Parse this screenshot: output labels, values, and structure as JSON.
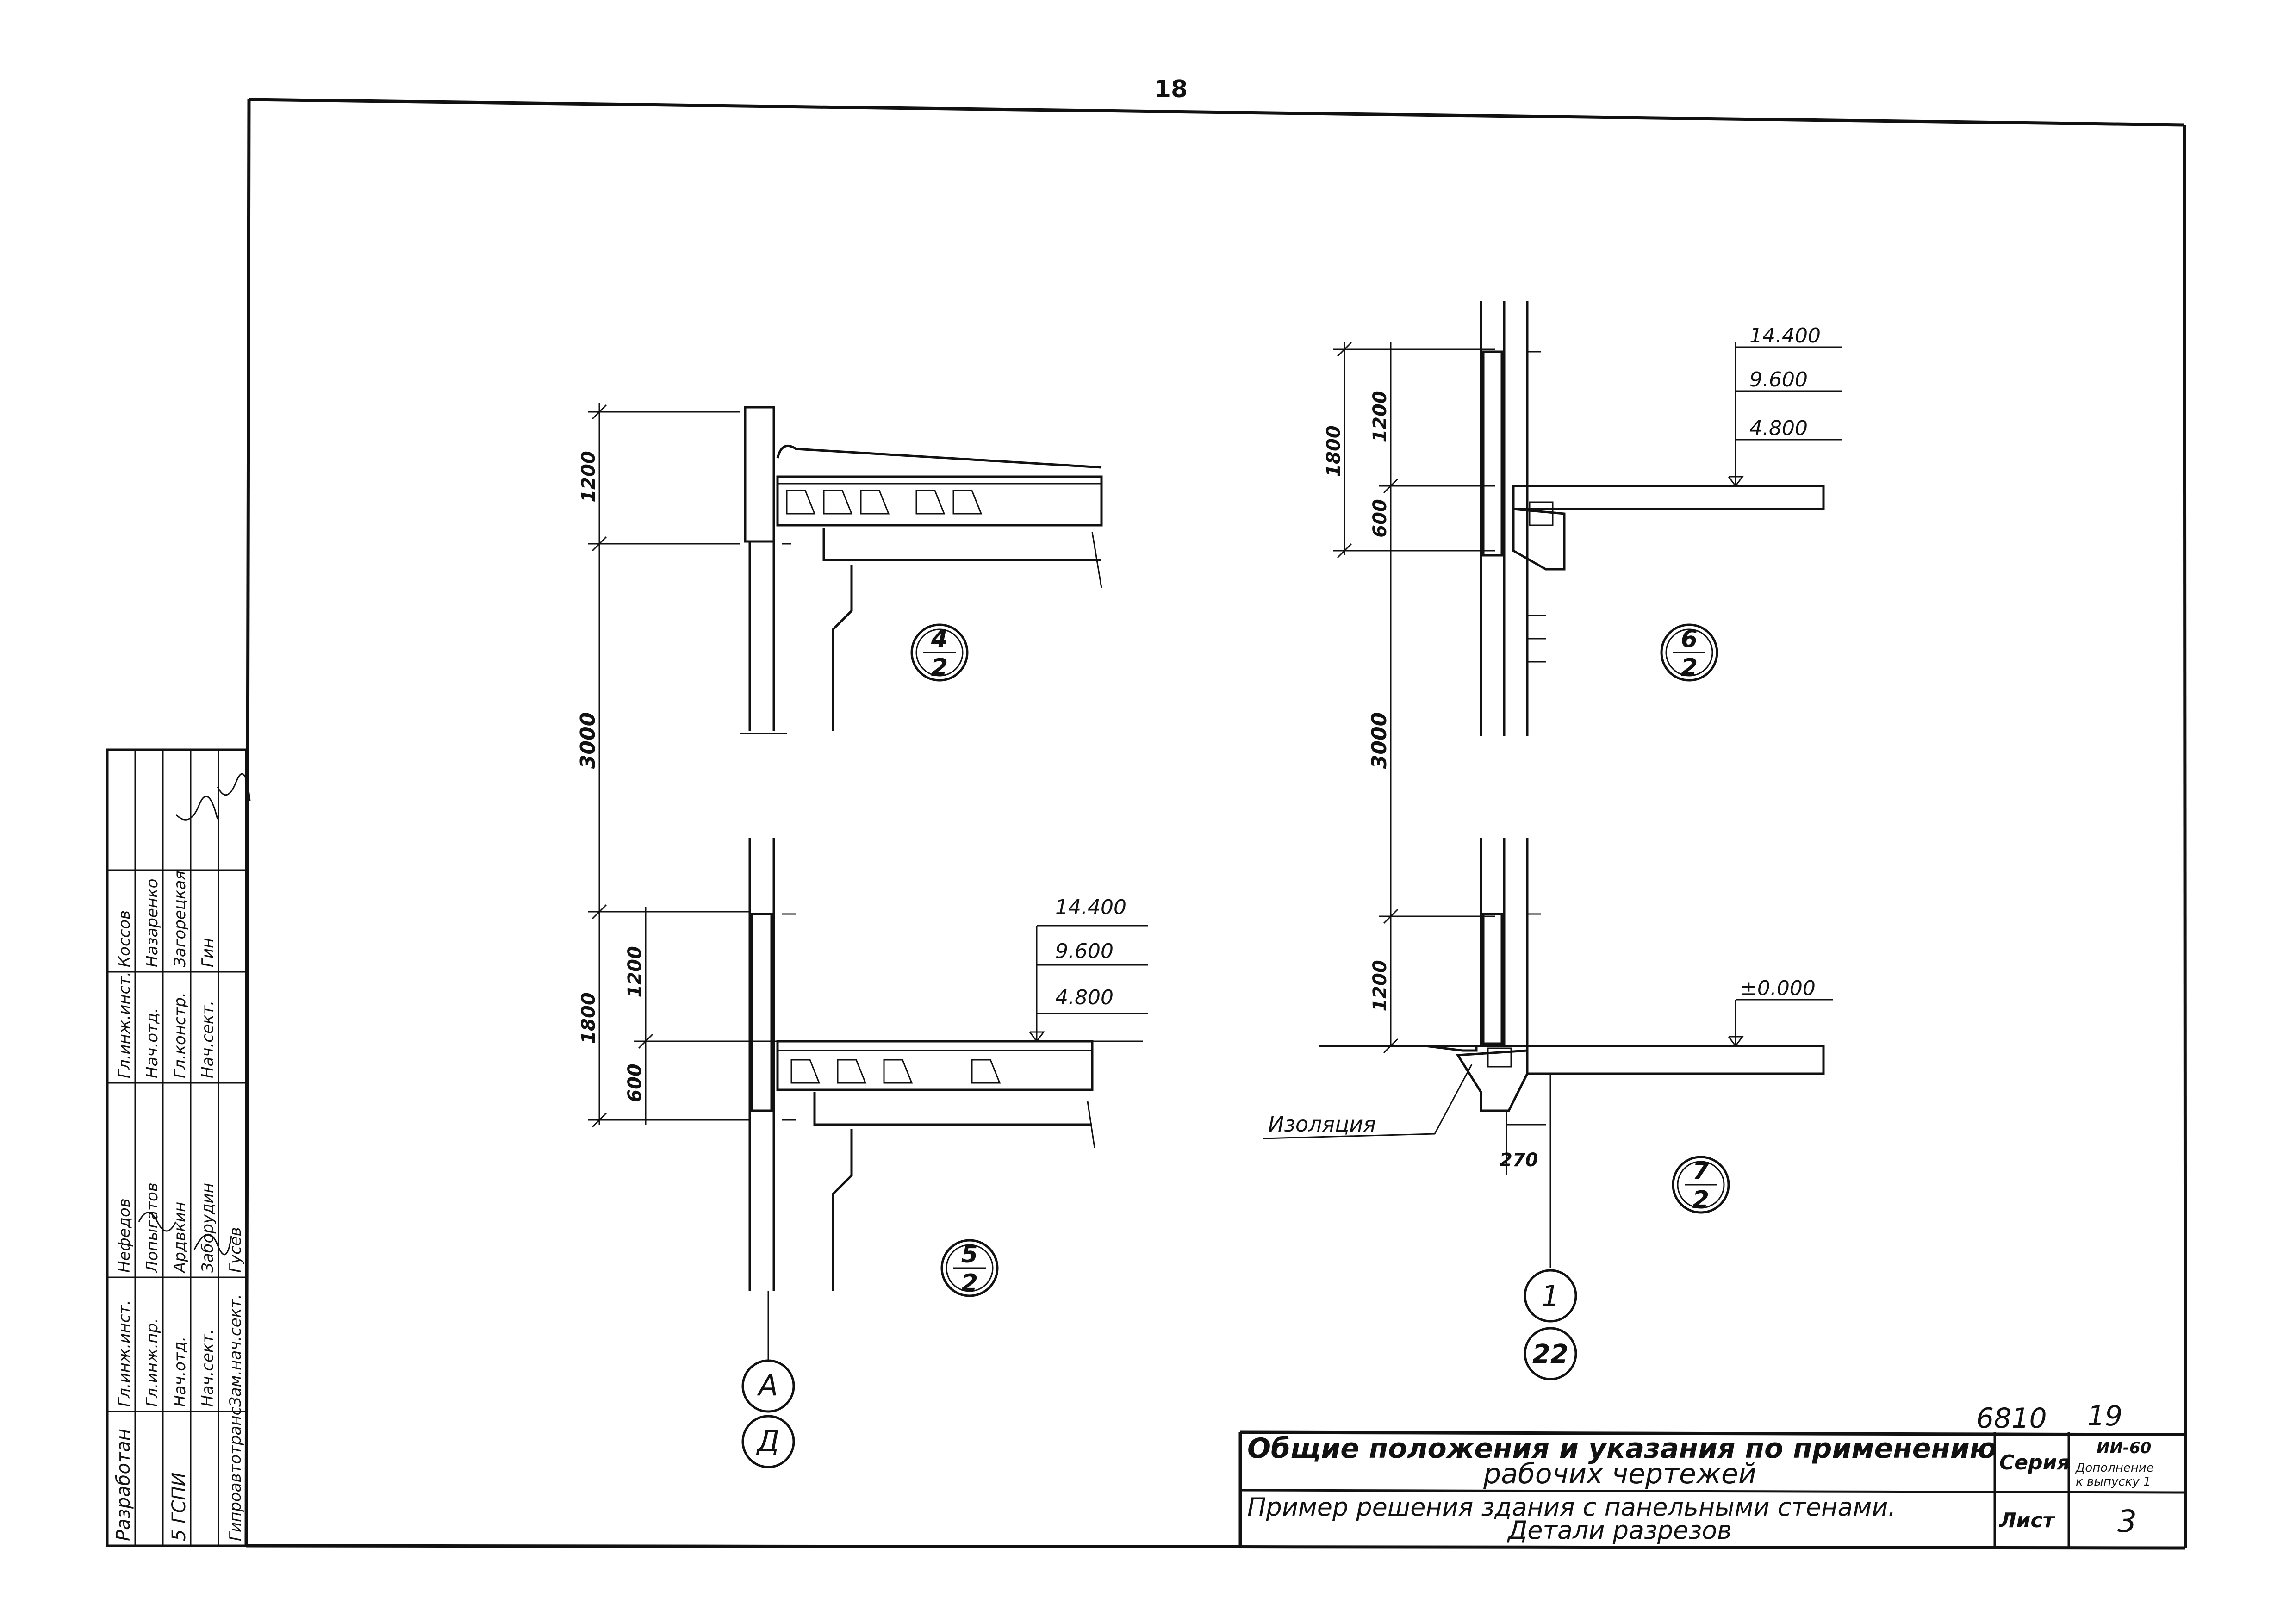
{
  "page_number": "18",
  "stamp": {
    "rows": [
      {
        "col1": "Разработан",
        "role": "Гл.инж.инст.",
        "name": "Нефедов",
        "role2": "Гл.инж.инст.",
        "name2": "Коссов"
      },
      {
        "col1": "",
        "role": "Гл.инж.пр.",
        "name": "Лопыгатов",
        "role2": "Нач.отд.",
        "name2": "Назаренко"
      },
      {
        "col1": "5 ГСПИ",
        "role": "Нач.отд.",
        "name": "Ардвкин",
        "role2": "Гл.констр.",
        "name2": "Загорецкая"
      },
      {
        "col1": "",
        "role": "Нач.сект.",
        "name": "Заборудин",
        "role2": "Нач.сект.",
        "name2": "Гин"
      },
      {
        "col1": "Гипроавтотранс",
        "role": "Зам.нач.сект.",
        "name": "Гусев",
        "role2": "",
        "name2": ""
      }
    ]
  },
  "details": [
    {
      "num": "4",
      "den": "2"
    },
    {
      "num": "5",
      "den": "2"
    },
    {
      "num": "6",
      "den": "2"
    },
    {
      "num": "7",
      "den": "2"
    }
  ],
  "axes": {
    "left_top": "А",
    "left_bottom": "Д",
    "right_top": "1",
    "right_bottom": "22"
  },
  "dimensions": {
    "d1200_top": "1200",
    "d3000_left": "3000",
    "d1800_left": "1800",
    "d1200_left": "1200",
    "d600_left": "600",
    "d1800_right": "1800",
    "d1200_right_top": "1200",
    "d600_right": "600",
    "d3000_right": "3000",
    "d1200_right_bottom": "1200",
    "d270": "270"
  },
  "levels": {
    "l1": "14.400",
    "l2": "9.600",
    "l3": "4.800",
    "zero": "±0.000"
  },
  "labels": {
    "insulation": "Изоляция"
  },
  "title_block": {
    "code": "6810",
    "sheet_ref": "19",
    "title_line1": "Общие положения и указания по применению",
    "title_line2": "рабочих чертежей",
    "subtitle_line1": "Пример решения здания с панельными стенами.",
    "subtitle_line2": "Детали разрезов",
    "series_label": "Серия",
    "series_value": "ИИ-60",
    "series_note1": "Дополнение",
    "series_note2": "к выпуску 1",
    "sheet_label": "Лист",
    "sheet_value": "3"
  }
}
